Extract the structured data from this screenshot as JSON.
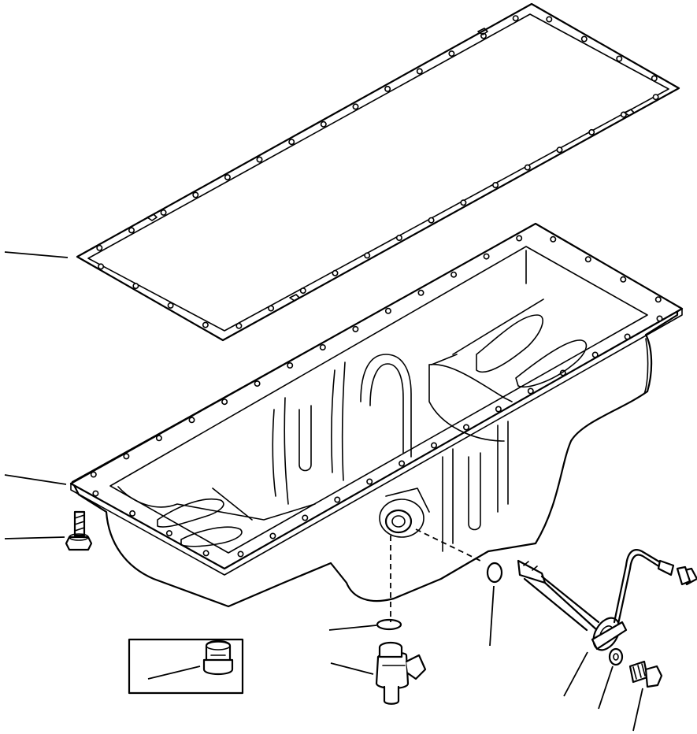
{
  "diagram": {
    "type": "exploded-parts-view",
    "parts": [
      {
        "id": "gasket",
        "icon": "gasket-icon"
      },
      {
        "id": "oil-pan",
        "icon": "oil-pan-icon"
      },
      {
        "id": "pan-bolt",
        "icon": "bolt-icon"
      },
      {
        "id": "drain-plug",
        "icon": "plug-icon"
      },
      {
        "id": "drain-valve-o-ring",
        "icon": "o-ring-icon"
      },
      {
        "id": "drain-valve",
        "icon": "valve-icon"
      },
      {
        "id": "sensor-o-ring",
        "icon": "o-ring-icon"
      },
      {
        "id": "oil-level-sensor",
        "icon": "sensor-icon"
      },
      {
        "id": "washer",
        "icon": "washer-icon"
      },
      {
        "id": "sensor-bolt",
        "icon": "bolt-icon"
      }
    ],
    "callout_labels_visible": false
  }
}
